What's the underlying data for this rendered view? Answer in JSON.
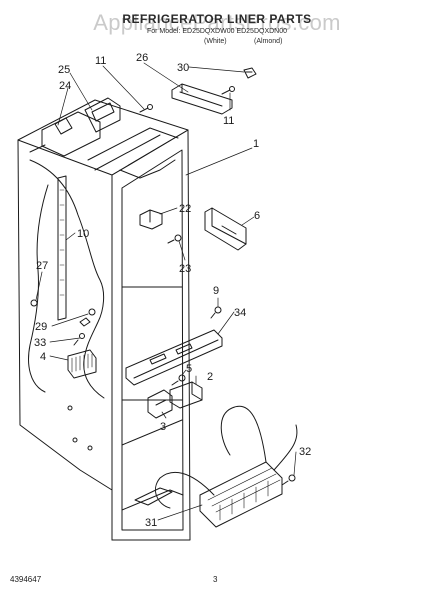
{
  "header": {
    "title": "REFRIGERATOR LINER PARTS",
    "subtitle": "For Model: ED25DQXDW00 ED25DQXDN00",
    "col_white": "(White)",
    "col_almond": "(Almond)"
  },
  "watermark": "AppliancePartsPros.com",
  "callouts": [
    "25",
    "24",
    "11",
    "26",
    "30",
    "11",
    "1",
    "22",
    "6",
    "10",
    "27",
    "23",
    "9",
    "34",
    "29",
    "33",
    "4",
    "5",
    "2",
    "3",
    "32",
    "31"
  ],
  "footer": {
    "part_number": "4394647",
    "page_number": "3"
  }
}
